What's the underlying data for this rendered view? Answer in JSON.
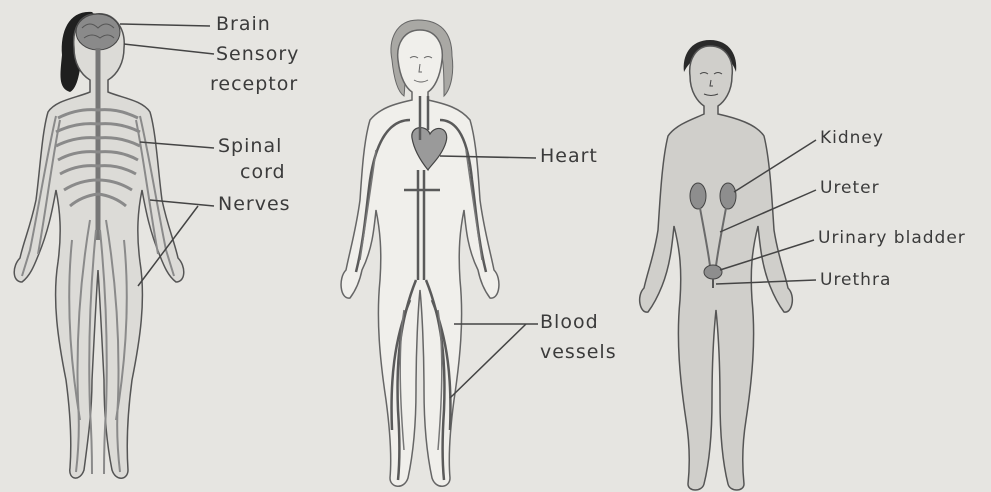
{
  "labels": {
    "nervous": {
      "brain": "Brain",
      "sensory_receptor_1": "Sensory",
      "sensory_receptor_2": "receptor",
      "spinal_cord_1": "Spinal",
      "spinal_cord_2": "cord",
      "nerves": "Nerves"
    },
    "circulatory": {
      "heart": "Heart",
      "blood_vessels_1": "Blood",
      "blood_vessels_2": "vessels"
    },
    "urinary": {
      "kidney": "Kidney",
      "ureter": "Ureter",
      "urinary_bladder": "Urinary bladder",
      "urethra": "Urethra"
    }
  },
  "colors": {
    "background": "#e6e5e1",
    "body_fill": "#d2d1cd",
    "body_fill_light": "#f0efeb",
    "nerve": "#8a8a8a",
    "vessel": "#5a5a5a",
    "organ": "#8e8e8e",
    "ink": "#3b3b3b"
  }
}
